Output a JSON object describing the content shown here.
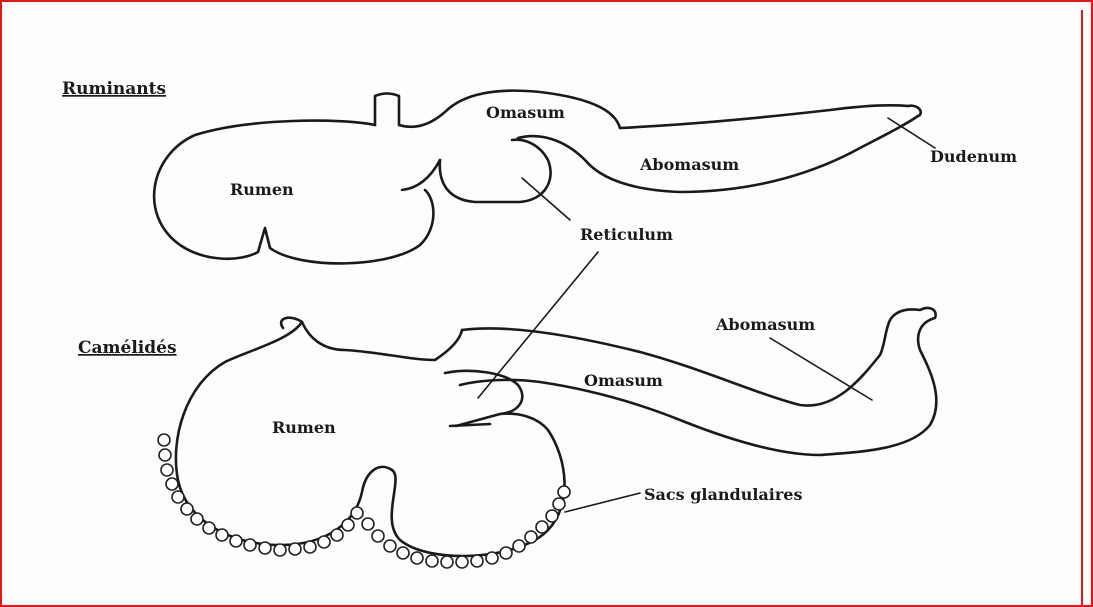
{
  "ruminants": {
    "heading": "Ruminants",
    "labels": {
      "omasum": "Omasum",
      "rumen": "Rumen",
      "abomasum": "Abomasum",
      "dudenum": "Dudenum",
      "reticulum": "Reticulum"
    }
  },
  "camelides": {
    "heading": "Camélidés",
    "labels": {
      "abomasum": "Abomasum",
      "omasum": "Omasum",
      "rumen": "Rumen",
      "sacs": "Sacs glandulaires"
    }
  },
  "colors": {
    "frame": "#e01818",
    "ink": "#1a1a1a"
  }
}
